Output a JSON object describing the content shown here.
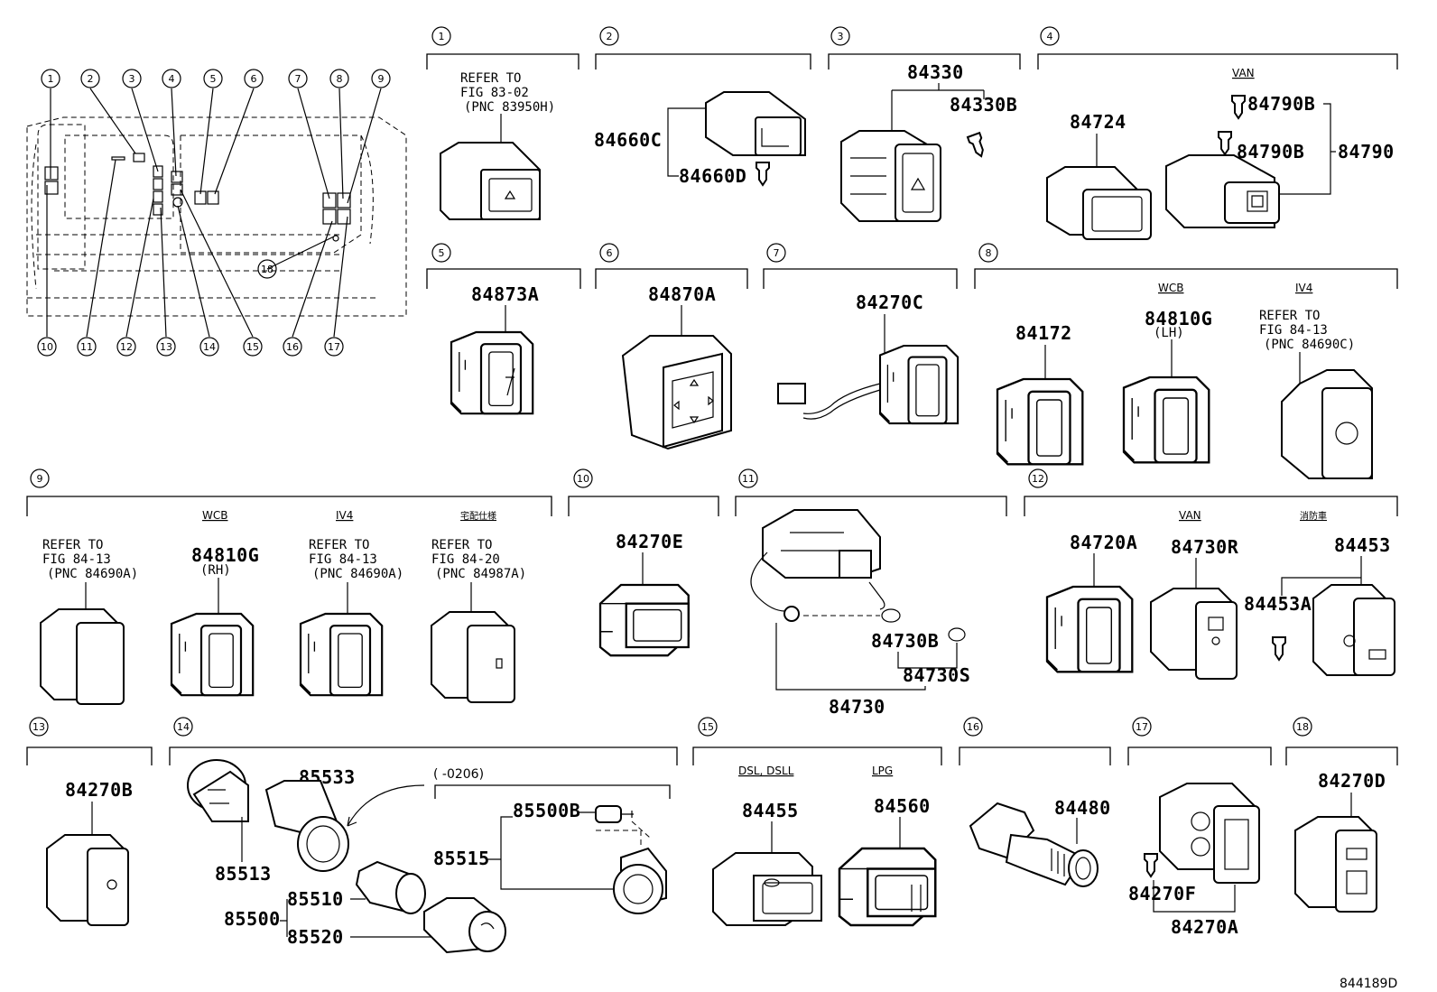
{
  "diagram_code": "844189D",
  "overview": {
    "callouts_top": [
      "1",
      "2",
      "3",
      "4",
      "5",
      "6",
      "7",
      "8",
      "9"
    ],
    "callouts_bottom": [
      "10",
      "11",
      "12",
      "13",
      "14",
      "15",
      "16",
      "17"
    ],
    "callout_side": "18"
  },
  "sections": [
    {
      "id": "1",
      "texts": [
        "REFER TO",
        "FIG 83-02",
        "(PNC 83950H)"
      ]
    },
    {
      "id": "2",
      "parts": [
        "84660C",
        "84660D"
      ]
    },
    {
      "id": "3",
      "parts": [
        "84330",
        "84330B"
      ]
    },
    {
      "id": "4",
      "captions": [
        "VAN"
      ],
      "parts": [
        "84724",
        "84790B",
        "84790B",
        "84790"
      ]
    },
    {
      "id": "5",
      "parts": [
        "84873A"
      ]
    },
    {
      "id": "6",
      "parts": [
        "84870A"
      ]
    },
    {
      "id": "7",
      "parts": [
        "84270C"
      ]
    },
    {
      "id": "8",
      "captions": [
        "WCB",
        "IV4"
      ],
      "parts": [
        "84172",
        "84810G"
      ],
      "sublabels": [
        "(LH)"
      ],
      "texts": [
        "REFER TO",
        "FIG 84-13",
        "(PNC 84690C)"
      ]
    },
    {
      "id": "9",
      "captions": [
        "WCB",
        "IV4",
        "宅配仕様"
      ],
      "parts": [
        "84810G"
      ],
      "sublabels": [
        "(RH)"
      ],
      "texts_a": [
        "REFER TO",
        "FIG 84-13",
        "(PNC 84690A)"
      ],
      "texts_b": [
        "REFER TO",
        "FIG 84-13",
        "(PNC 84690A)"
      ],
      "texts_c": [
        "REFER TO",
        "FIG 84-20",
        "(PNC 84987A)"
      ]
    },
    {
      "id": "10",
      "parts": [
        "84270E"
      ]
    },
    {
      "id": "11",
      "parts": [
        "84730B",
        "84730S",
        "84730"
      ]
    },
    {
      "id": "12",
      "captions": [
        "VAN",
        "消防車"
      ],
      "parts": [
        "84720A",
        "84730R",
        "84453",
        "84453A"
      ]
    },
    {
      "id": "13",
      "parts": [
        "84270B"
      ]
    },
    {
      "id": "14",
      "parts": [
        "85533",
        "85513",
        "85515",
        "85500B",
        "85510",
        "85500",
        "85520"
      ],
      "range": "(      -0206)"
    },
    {
      "id": "15",
      "captions": [
        "DSL, DSLL",
        "LPG"
      ],
      "parts": [
        "84455",
        "84560"
      ]
    },
    {
      "id": "16",
      "parts": [
        "84480"
      ]
    },
    {
      "id": "17",
      "parts": [
        "84270F",
        "84270A"
      ]
    },
    {
      "id": "18",
      "parts": [
        "84270D"
      ]
    }
  ]
}
